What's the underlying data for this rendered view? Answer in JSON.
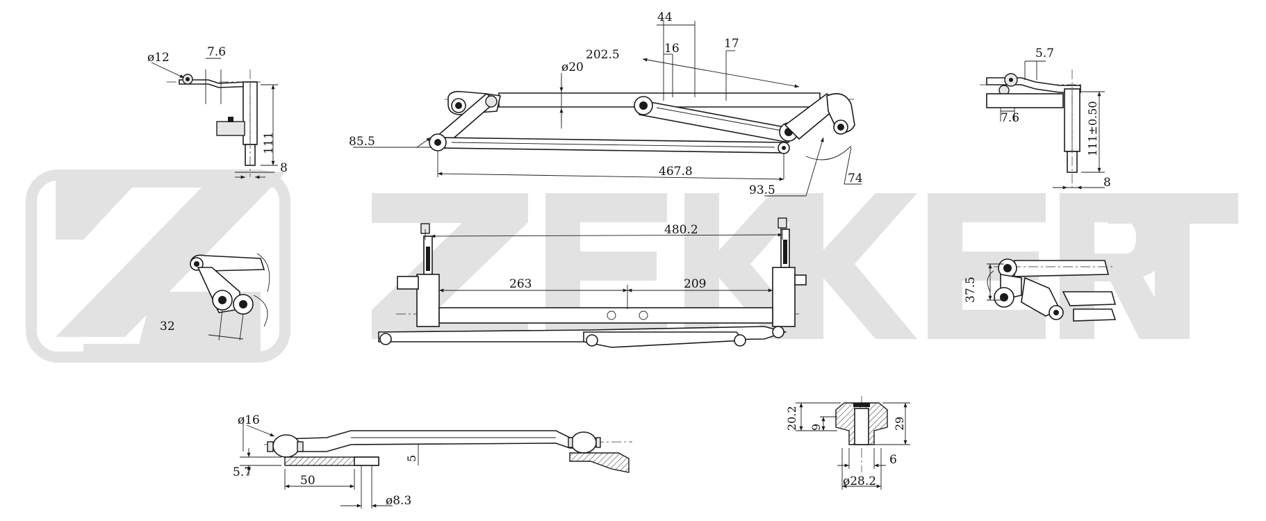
{
  "watermark": {
    "brand": "ZEKKERT",
    "color": "#e2e2e2"
  },
  "colors": {
    "line": "#1a1a1a",
    "background": "#ffffff"
  },
  "dimensions": {
    "top_left": {
      "dia": "ø12",
      "len": "7.6",
      "height": "111",
      "width": "8"
    },
    "top_center": {
      "a": "44",
      "b": "202.5",
      "c": "16",
      "d": "17",
      "dia": "ø20",
      "e": "85.5",
      "f": "467.8",
      "g": "93.5",
      "h": "74"
    },
    "top_right": {
      "a": "5.7",
      "b": "7.6",
      "height": "111±0.50",
      "width": "8"
    },
    "mid_left": {
      "a": "32"
    },
    "mid_center": {
      "a": "480.2",
      "b": "263",
      "c": "209"
    },
    "mid_right": {
      "a": "37.5"
    },
    "bottom_left": {
      "dia": "ø16",
      "a": "5.7",
      "b": "5",
      "c": "50",
      "dia2": "ø8.3"
    },
    "bottom_right": {
      "a": "20.2",
      "b": "9",
      "c": "29",
      "d": "6",
      "dia": "ø28.2"
    }
  }
}
